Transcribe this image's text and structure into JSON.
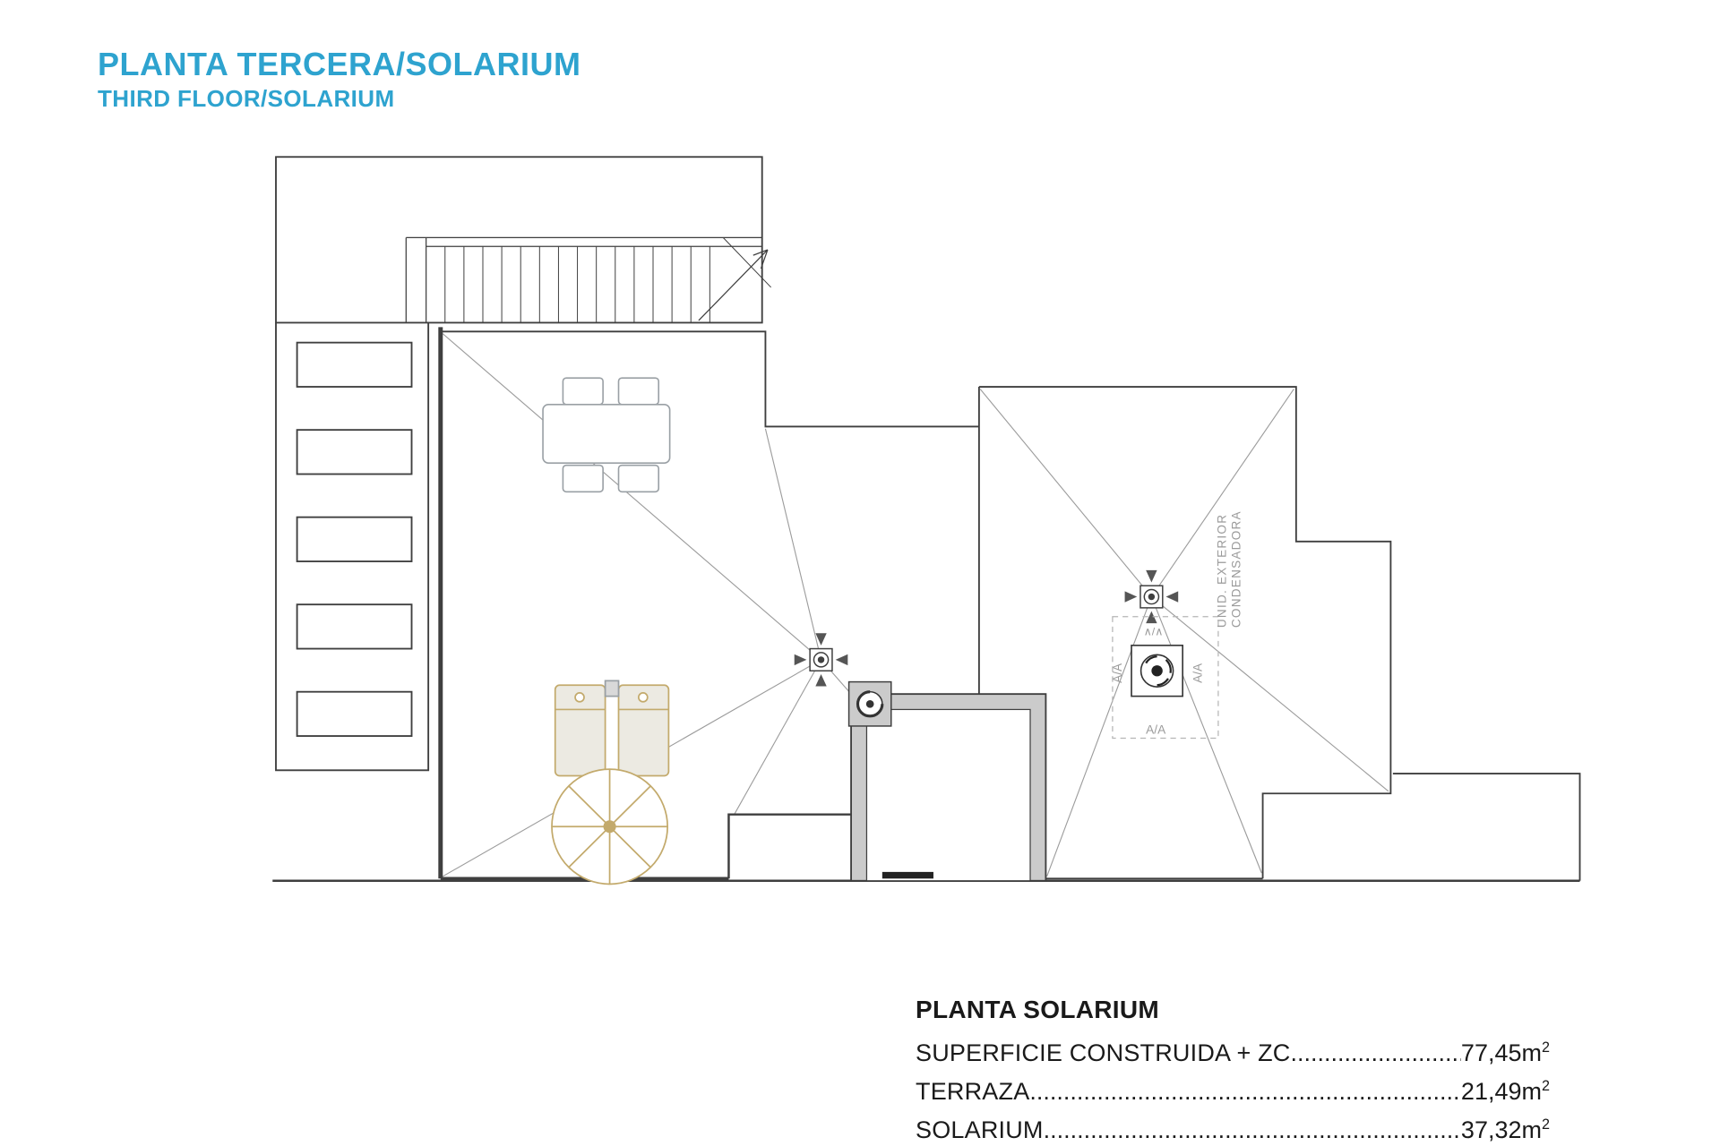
{
  "header": {
    "title": "PLANTA TERCERA/SOLARIUM",
    "subtitle": "THIRD FLOOR/SOLARIUM",
    "accent_color": "#2ea3cf"
  },
  "plan_labels": {
    "ac_line1": "UNID. EXTERIOR",
    "ac_line2": "CONDENSADORA",
    "aa_left": "A/A",
    "aa_right": "A/A",
    "aa_bottom": "A/A",
    "aa_top": "∧/∧"
  },
  "measurements": {
    "title": "PLANTA SOLARIUM",
    "rows": [
      {
        "label": "SUPERFICIE CONSTRUIDA + ZC",
        "dots": "....................................................................................................",
        "value": "77,45m",
        "sup": "2"
      },
      {
        "label": "TERRAZA",
        "dots": "....................................................................................................",
        "value": "21,49m",
        "sup": "2"
      },
      {
        "label": "SOLARIUM",
        "dots": "....................................................................................................",
        "value": "37,32m",
        "sup": "2"
      }
    ]
  }
}
